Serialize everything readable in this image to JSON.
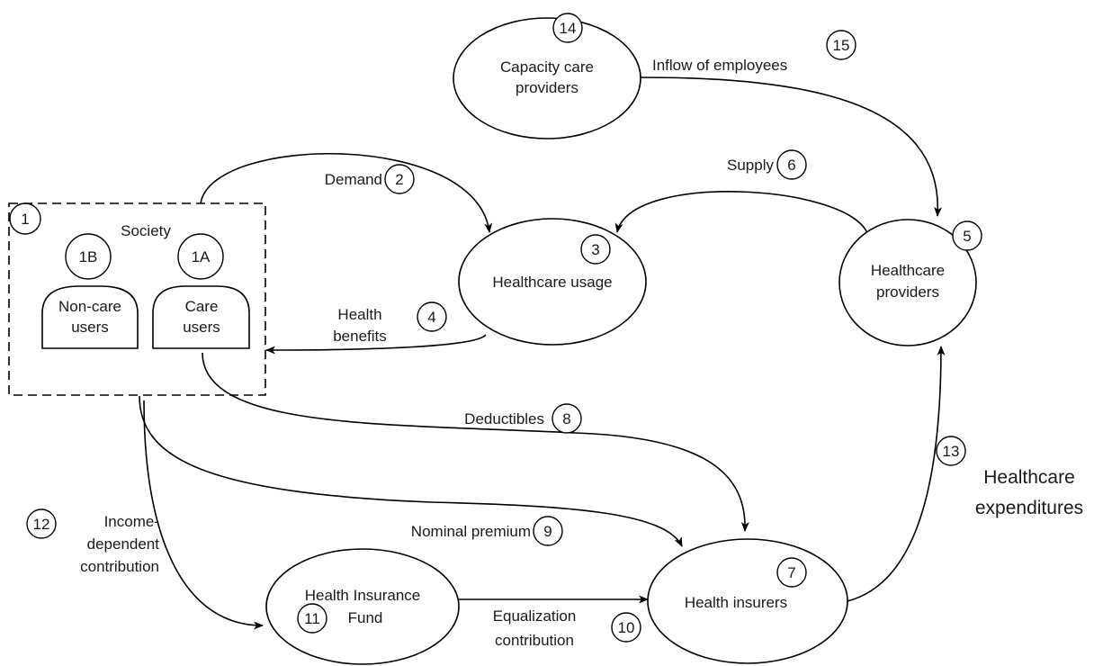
{
  "nodes": {
    "society": {
      "label": "Society",
      "badge": "1"
    },
    "non_care_users": {
      "line1": "Non-care",
      "line2": "users",
      "badge": "1B"
    },
    "care_users": {
      "line1": "Care",
      "line2": "users",
      "badge": "1A"
    },
    "healthcare_usage": {
      "label": "Healthcare usage",
      "badge": "3"
    },
    "healthcare_providers": {
      "line1": "Healthcare",
      "line2": "providers",
      "badge": "5"
    },
    "health_insurers": {
      "label": "Health insurers",
      "badge": "7"
    },
    "health_insurance_fund": {
      "line1": "Health Insurance",
      "line2": "Fund",
      "badge": "11"
    },
    "capacity_care_providers": {
      "line1": "Capacity care",
      "line2": "providers",
      "badge": "14"
    }
  },
  "edges": {
    "demand": {
      "label": "Demand",
      "badge": "2"
    },
    "health_benefits": {
      "line1": "Health",
      "line2": "benefits",
      "badge": "4"
    },
    "supply": {
      "label": "Supply",
      "badge": "6"
    },
    "deductibles": {
      "label": "Deductibles",
      "badge": "8"
    },
    "nominal_premium": {
      "label": "Nominal premium",
      "badge": "9"
    },
    "equalization_contribution": {
      "line1": "Equalization",
      "line2": "contribution",
      "badge": "10"
    },
    "income_dependent_contribution": {
      "line1": "Income-",
      "line2": "dependent",
      "line3": "contribution",
      "badge": "12"
    },
    "healthcare_expenditures": {
      "line1": "Healthcare",
      "line2": "expenditures",
      "badge": "13"
    },
    "inflow_of_employees": {
      "label": "Inflow of employees",
      "badge": "15"
    }
  }
}
